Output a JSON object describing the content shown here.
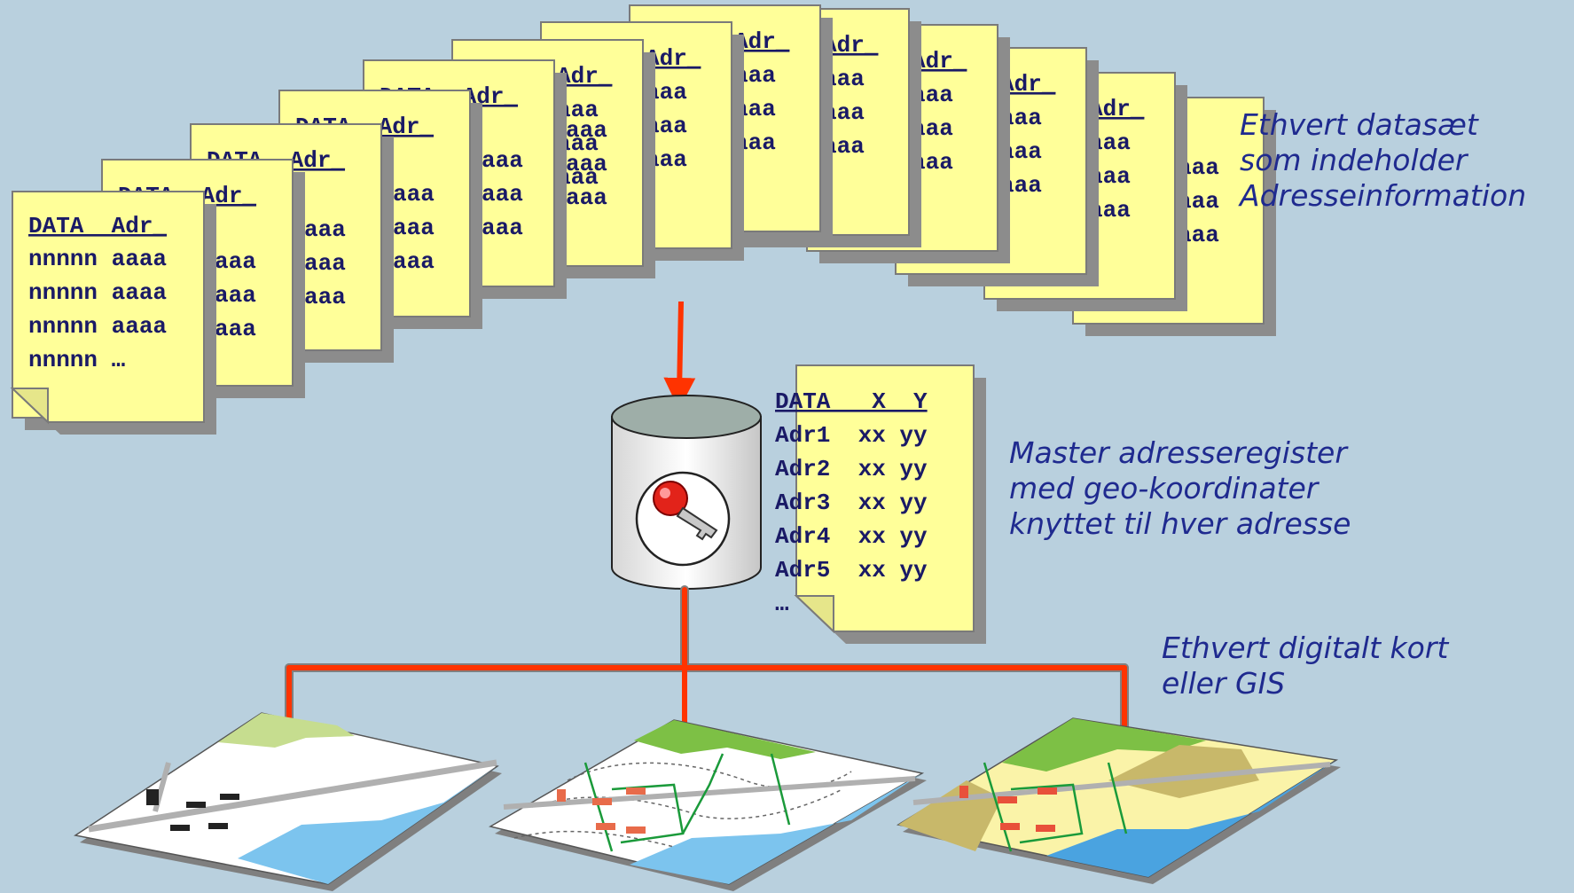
{
  "cards": [
    {
      "header": "",
      "rows": [
        "aaa",
        "aaa",
        "aaa"
      ]
    },
    {
      "header": "Adr_",
      "rows": [
        "aaa",
        "aaa",
        "aaa"
      ]
    },
    {
      "header": "Adr_",
      "rows": [
        "aaa",
        "aaa",
        "aaa"
      ]
    },
    {
      "header": "Adr_",
      "rows": [
        "aaa",
        "aaa",
        "aaa"
      ]
    },
    {
      "header": "Adr_",
      "rows": [
        "aaa",
        "aaa",
        "aaa"
      ]
    },
    {
      "header": "Adr_",
      "rows": [
        "aaa",
        "aaa",
        "aaa"
      ]
    },
    {
      "header": "Adr_",
      "rows": [
        "aaa",
        "aaa",
        "aaa"
      ]
    },
    {
      "header": "Adr_",
      "rows": [
        "aaa",
        "aaa",
        "aaa"
      ]
    },
    {
      "header": "DATA  Adr_",
      "rows": [
        "aaa",
        "aaa",
        "aaa"
      ]
    },
    {
      "header": "DATA  Adr_",
      "rows": [
        "aaa",
        "aaa",
        "aaa"
      ]
    },
    {
      "header": "DATA  Adr_",
      "rows": [
        "aaa",
        "aaa",
        "aaa"
      ]
    },
    {
      "header": "DATA  Adr_",
      "rows": [
        "aaa",
        "aaa",
        "aaa"
      ]
    },
    {
      "header": "DATA  Adr_",
      "rows": [
        "aaa",
        "aaa",
        "aaa"
      ]
    }
  ],
  "front_card": {
    "header": "DATA  Adr_",
    "rows": [
      "nnnnn aaaa",
      "nnnnn aaaa",
      "nnnnn aaaa",
      "nnnnn …"
    ]
  },
  "register": {
    "header": "DATA   X  Y",
    "rows": [
      "Adr1  xx yy",
      "Adr2  xx yy",
      "Adr3  xx yy",
      "Adr4  xx yy",
      "Adr5  xx yy",
      "…"
    ]
  },
  "labels": {
    "datasets": [
      "Ethvert datasæt",
      "som indeholder",
      "Adresseinformation"
    ],
    "master": [
      "Master adresseregister",
      "med geo-koordinater",
      "knyttet til hver adresse"
    ],
    "maps": [
      "Ethvert digitalt kort",
      "eller GIS"
    ]
  },
  "icons": {
    "database": "database-cylinder-icon",
    "key": "red-key-icon",
    "maps": [
      "plain-map-icon",
      "contour-map-icon",
      "gis-map-icon"
    ]
  },
  "colors": {
    "background": "#b9d0de",
    "card": "#ffff99",
    "card_shadow": "#8c8c8c",
    "arrow": "#ff3300",
    "text": "#1a1a66",
    "label": "#1f2a8f"
  }
}
